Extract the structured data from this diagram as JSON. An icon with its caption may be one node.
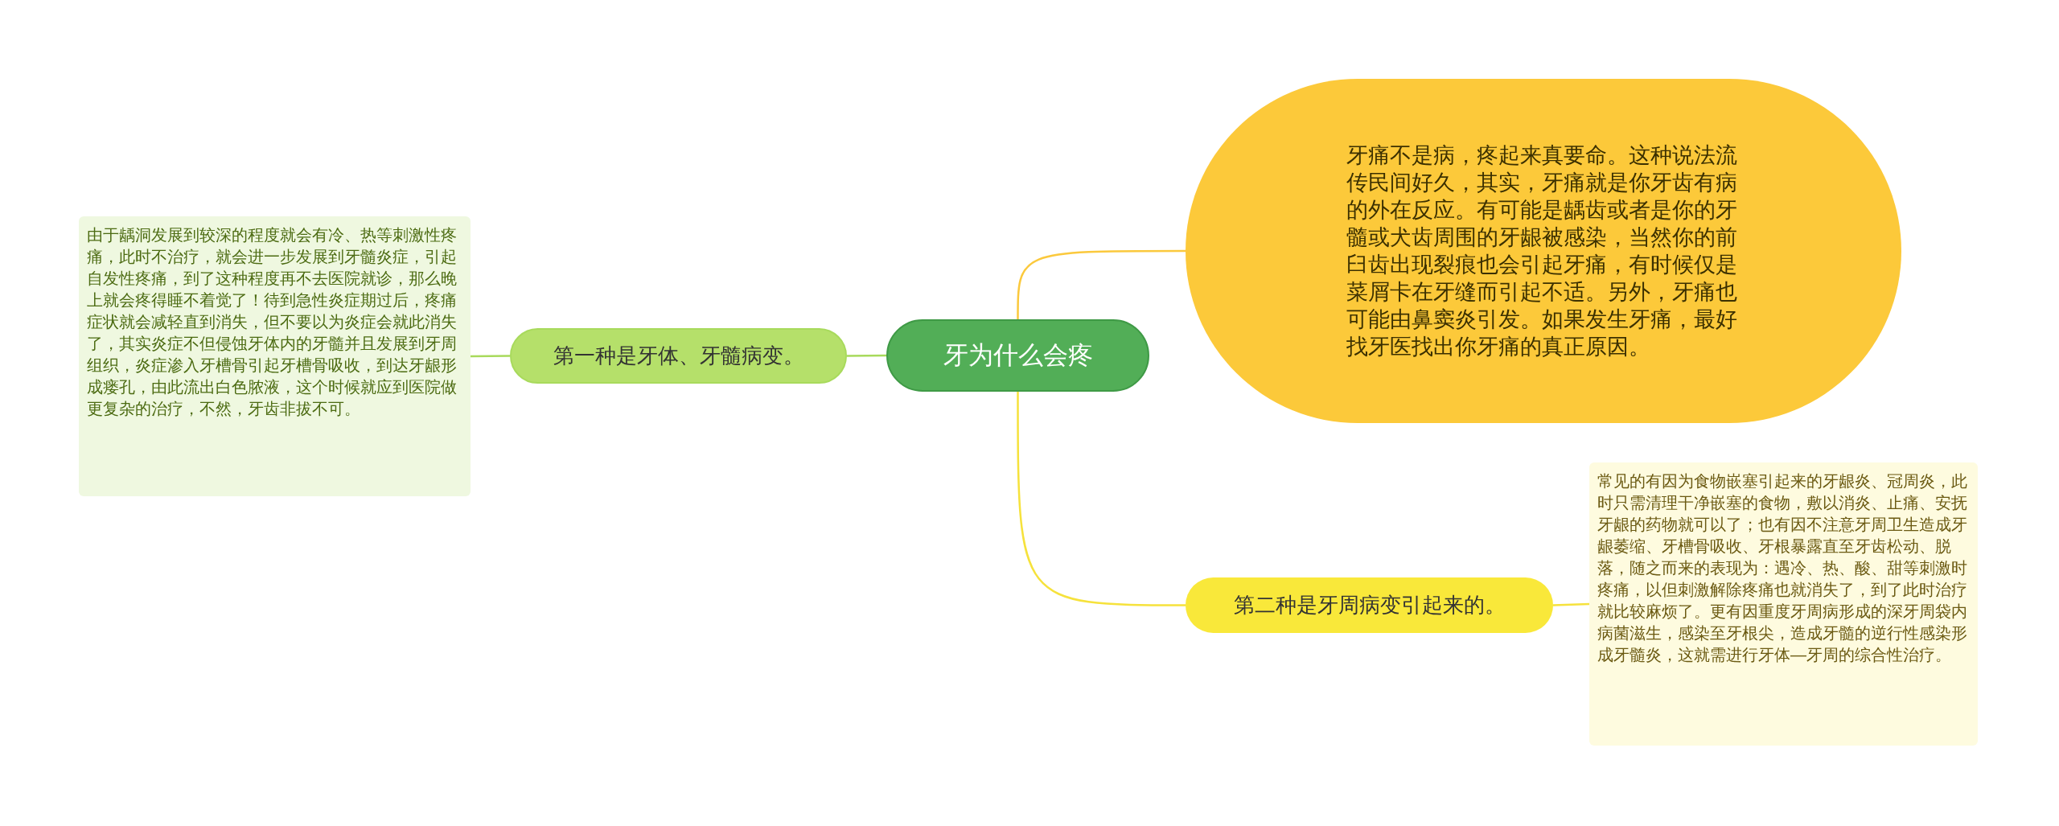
{
  "diagram": {
    "nodes": [
      {
        "text": [
          "牙为什么会疼"
        ]
      },
      {
        "text": [
          "牙痛不是病，疼起来真要命。这种说法流传民间好久，其实，牙痛就是你牙齿有病的外在反应。有可能是龋齿或者是你的牙髓或犬齿周围的牙龈被感染，当然你的前臼齿出现裂痕也会引起牙痛，有时候仅是菜屑卡在牙缝而引起不适。另外，牙痛也可能由鼻窦炎引发。如果发生牙痛，最好找牙医找出你牙痛的真正原因。"
        ]
      },
      {
        "text": [
          "第二种是牙周病变引起来的。"
        ]
      },
      {
        "text": [
          "常见的有因为食物嵌塞引起来的牙龈炎、冠周炎，此时只需清理干净嵌塞的食物，敷以消炎、止痛、安抚牙龈的药物就可以了；也有因不注意牙周卫生造成牙龈萎缩、牙槽骨吸收、牙根暴露直至牙齿松动、脱落，随之而来的表现为：遇冷、热、酸、甜等刺激时疼痛，以但刺激解除疼痛也就消失了，到了此时治疗就比较麻烦了。更有因重度牙周病形成的深牙周袋内病菌滋生，感染至牙根尖，造成牙髓的逆行性感染形成牙髓炎，这就需进行牙体—牙周的综合性治疗。"
        ]
      },
      {
        "text": [
          "第一种是牙体、牙髓病变。"
        ]
      },
      {
        "text": [
          "由于龋洞发展到较深的程度就会有冷、热等刺激性疼痛，此时不治疗，就会进一步发展到牙髓炎症，引起自发性疼痛，到了这种程度再不去医院就诊，那么晚上就会疼得睡不着觉了！待到急性炎症期过后，疼痛症状就会减轻直到消失，但不要以为炎症会就此消失了，其实炎症不但侵蚀牙体内的牙髓并且发展到牙周组织，炎症渗入牙槽骨引起牙槽骨吸收，到达牙龈形成瘘孔，由此流出白色脓液，这个时候就应到医院做更复杂的治疗，不然，牙齿非拔不可。"
        ]
      }
    ],
    "edges": [
      {
        "from": 0,
        "to": 1,
        "arrow": "none",
        "color": "#fbc93d"
      },
      {
        "from": 0,
        "to": 2,
        "arrow": "none",
        "color": "#f6e23c"
      },
      {
        "from": 2,
        "to": 3,
        "arrow": "none",
        "color": "#f6e23c"
      },
      {
        "from": 0,
        "to": 4,
        "arrow": "none",
        "color": "#a8da5c"
      },
      {
        "from": 4,
        "to": 5,
        "arrow": "none",
        "color": "#a8da5c"
      }
    ]
  }
}
